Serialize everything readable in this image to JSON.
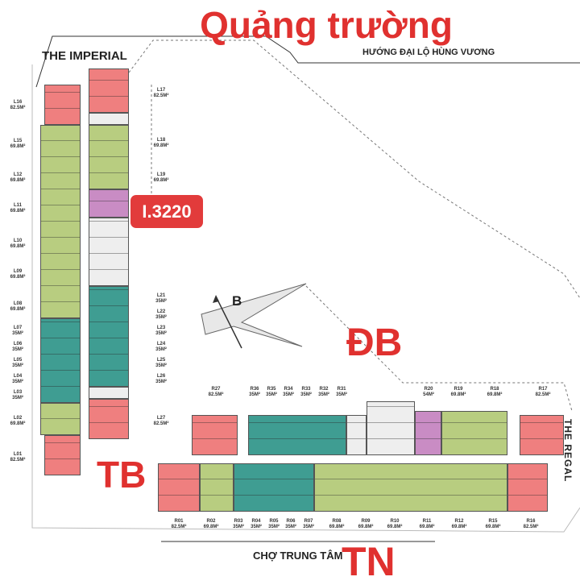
{
  "title": "Quảng trường",
  "road_label": "HƯỚNG ĐẠI LỘ HÙNG VƯƠNG",
  "building_left": "THE IMPERIAL",
  "building_right": "THE REGAL",
  "highlight_unit": "I.3220",
  "directions": {
    "north": "B",
    "northeast": "ĐB",
    "northwest": "TB",
    "south": "TN"
  },
  "market_label": "CHỢ TRUNG TÂM",
  "colors": {
    "unit_82": "#ef7f7f",
    "unit_69": "#b8cd80",
    "unit_35": "#3f9d92",
    "unit_54": "#c98cc4",
    "accent_red": "#e0312f"
  },
  "units_left": [
    {
      "id": "L16",
      "area": "82.5M²"
    },
    {
      "id": "L15",
      "area": "69.8M²"
    },
    {
      "id": "L12",
      "area": "69.8M²"
    },
    {
      "id": "L11",
      "area": "69.8M²"
    },
    {
      "id": "L10",
      "area": "69.8M²"
    },
    {
      "id": "L09",
      "area": "69.8M²"
    },
    {
      "id": "L08",
      "area": "69.8M²"
    },
    {
      "id": "L07",
      "area": "35M²"
    },
    {
      "id": "L06",
      "area": "35M²"
    },
    {
      "id": "L05",
      "area": "35M²"
    },
    {
      "id": "L04",
      "area": "35M²"
    },
    {
      "id": "L03",
      "area": "35M²"
    },
    {
      "id": "L02",
      "area": "69.8M²"
    },
    {
      "id": "L01",
      "area": "82.5M²"
    },
    {
      "id": "L17",
      "area": "82.5M²"
    },
    {
      "id": "L18",
      "area": "69.8M²"
    },
    {
      "id": "L19",
      "area": "69.8M²"
    },
    {
      "id": "L21",
      "area": "35M²"
    },
    {
      "id": "L22",
      "area": "35M²"
    },
    {
      "id": "L23",
      "area": "35M²"
    },
    {
      "id": "L24",
      "area": "35M²"
    },
    {
      "id": "L25",
      "area": "35M²"
    },
    {
      "id": "L26",
      "area": "35M²"
    },
    {
      "id": "L27",
      "area": "82.5M²"
    }
  ],
  "units_regal_top": [
    {
      "id": "R27",
      "area": "82.5M²"
    },
    {
      "id": "R36",
      "area": "35M²"
    },
    {
      "id": "R35",
      "area": "35M²"
    },
    {
      "id": "R34",
      "area": "35M²"
    },
    {
      "id": "R33",
      "area": "35M²"
    },
    {
      "id": "R32",
      "area": "35M²"
    },
    {
      "id": "R31",
      "area": "35M²"
    },
    {
      "id": "R20",
      "area": "54M²"
    },
    {
      "id": "R19",
      "area": "69.8M²"
    },
    {
      "id": "R18",
      "area": "69.8M²"
    },
    {
      "id": "R17",
      "area": "82.5M²"
    }
  ],
  "units_regal_bottom": [
    {
      "id": "R01",
      "area": "82.5M²"
    },
    {
      "id": "R02",
      "area": "69.8M²"
    },
    {
      "id": "R03",
      "area": "35M²"
    },
    {
      "id": "R04",
      "area": "35M²"
    },
    {
      "id": "R05",
      "area": "35M²"
    },
    {
      "id": "R06",
      "area": "35M²"
    },
    {
      "id": "R07",
      "area": "35M²"
    },
    {
      "id": "R08",
      "area": "69.8M²"
    },
    {
      "id": "R09",
      "area": "69.8M²"
    },
    {
      "id": "R10",
      "area": "69.8M²"
    },
    {
      "id": "R11",
      "area": "69.8M²"
    },
    {
      "id": "R12",
      "area": "69.8M²"
    },
    {
      "id": "R15",
      "area": "69.8M²"
    },
    {
      "id": "R16",
      "area": "82.5M²"
    }
  ]
}
